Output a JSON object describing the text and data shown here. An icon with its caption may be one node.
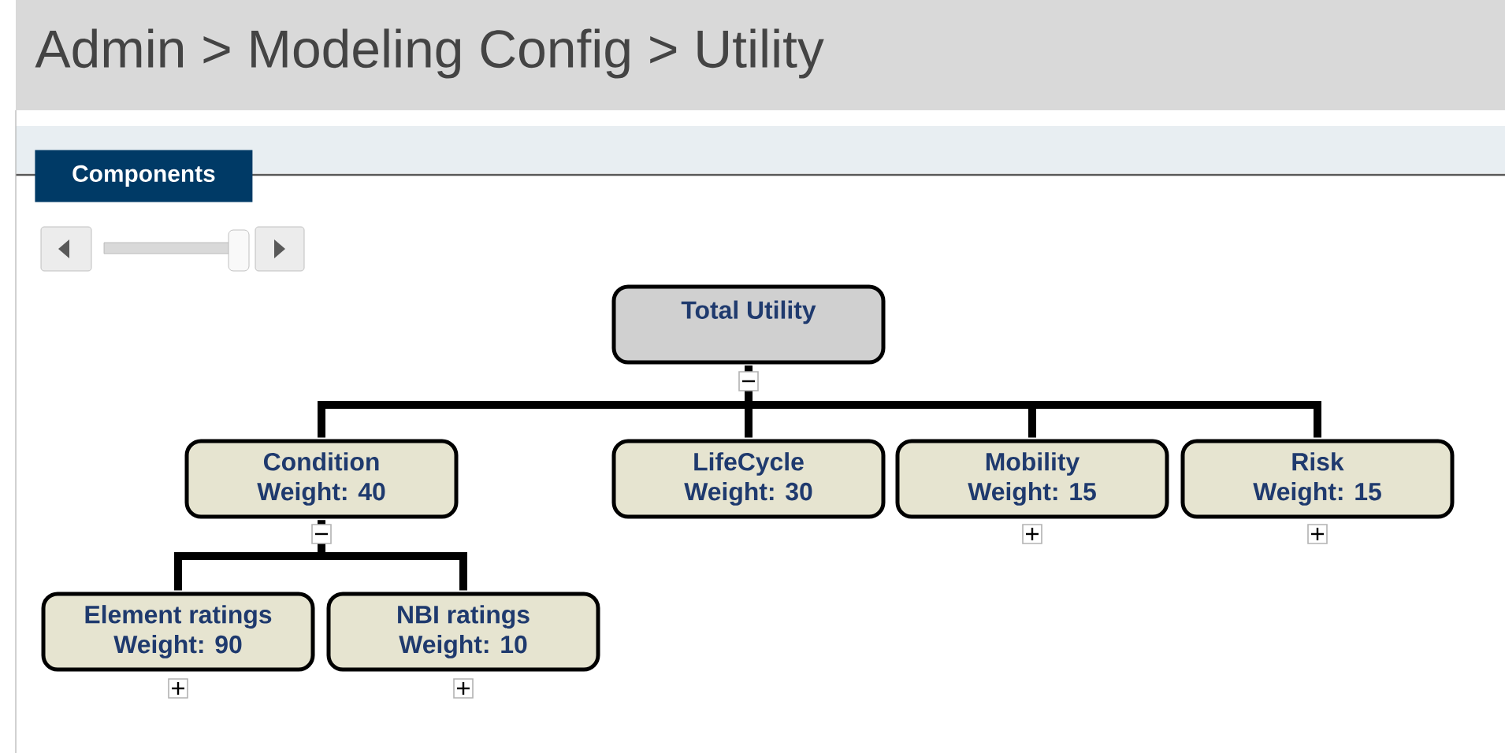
{
  "diagram": {
    "title": "Admin > Modeling Config > Utility",
    "nodes": [
      {
        "text": [
          "Total Utility"
        ]
      },
      {
        "text": [
          "Condition",
          "Weight: 40"
        ]
      },
      {
        "text": [
          "LifeCycle",
          "Weight: 30"
        ]
      },
      {
        "text": [
          "Mobility",
          "Weight: 15"
        ]
      },
      {
        "text": [
          "Risk",
          "Weight: 15"
        ]
      },
      {
        "text": [
          "Element ratings",
          "Weight: 90"
        ]
      },
      {
        "text": [
          "NBI ratings",
          "Weight: 10"
        ]
      }
    ],
    "edges": [
      {
        "from": 0,
        "to": 1,
        "arrow": "none"
      },
      {
        "from": 0,
        "to": 2,
        "arrow": "none"
      },
      {
        "from": 0,
        "to": 3,
        "arrow": "none"
      },
      {
        "from": 0,
        "to": 4,
        "arrow": "none"
      },
      {
        "from": 1,
        "to": 5,
        "arrow": "none"
      },
      {
        "from": 1,
        "to": 6,
        "arrow": "none"
      }
    ],
    "labels": [
      "Components"
    ]
  }
}
